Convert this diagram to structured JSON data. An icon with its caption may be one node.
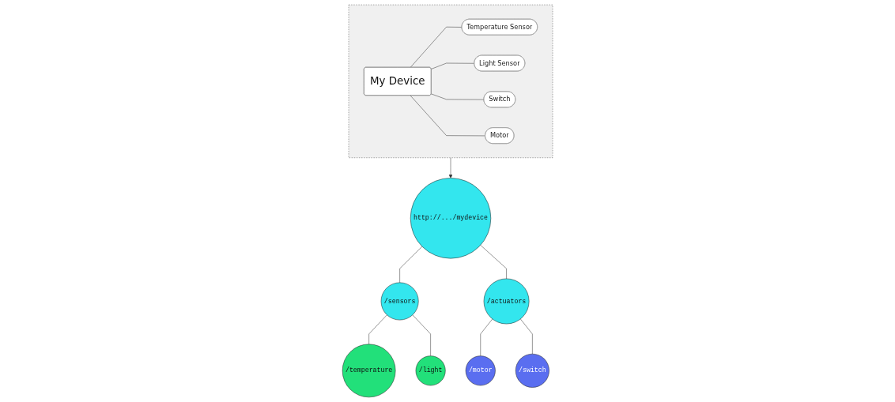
{
  "diagram": {
    "nodes": [
      {
        "text": [],
        "shape": "box"
      },
      {
        "text": [
          "Temperature Sensor"
        ],
        "in": 0
      },
      {
        "text": [
          "Light Sensor"
        ],
        "in": 0
      },
      {
        "text": [
          "My Device"
        ],
        "in": 0
      },
      {
        "text": [
          "Switch"
        ],
        "in": 0
      },
      {
        "text": [
          "Motor"
        ],
        "in": 0
      },
      {
        "text": [
          "http://.../mydevice"
        ]
      },
      {
        "text": [
          "/sensors"
        ]
      },
      {
        "text": [
          "/actuators"
        ]
      },
      {
        "text": [
          "/temperature"
        ]
      },
      {
        "text": [
          "/light"
        ]
      },
      {
        "text": [
          "/motor"
        ]
      },
      {
        "text": [
          "/switch"
        ]
      }
    ],
    "edges": [
      {
        "from": 3,
        "to": 1,
        "arrow": "none"
      },
      {
        "from": 3,
        "to": 2,
        "arrow": "none"
      },
      {
        "from": 3,
        "to": 4,
        "arrow": "none"
      },
      {
        "from": 3,
        "to": 5,
        "arrow": "none"
      },
      {
        "from": 0,
        "to": 6,
        "arrow": "to"
      },
      {
        "from": 6,
        "to": 7,
        "arrow": "none"
      },
      {
        "from": 6,
        "to": 8,
        "arrow": "none"
      },
      {
        "from": 7,
        "to": 9,
        "arrow": "none"
      },
      {
        "from": 7,
        "to": 10,
        "arrow": "none"
      },
      {
        "from": 8,
        "to": 11,
        "arrow": "none"
      },
      {
        "from": 8,
        "to": 12,
        "arrow": "none"
      }
    ]
  }
}
